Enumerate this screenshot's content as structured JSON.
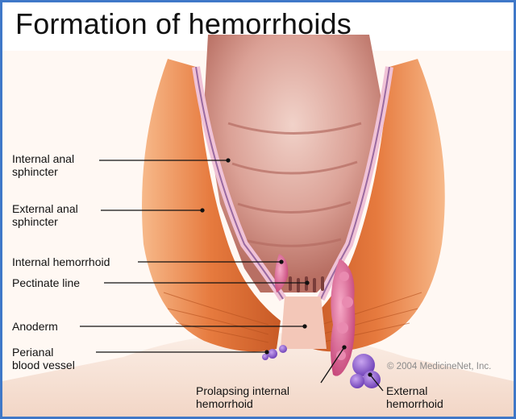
{
  "title": "Formation of hemorrhoids",
  "labels": {
    "internal_anal_sphincter": [
      "Internal anal",
      "sphincter"
    ],
    "external_anal_sphincter": [
      "External anal",
      "sphincter"
    ],
    "internal_hemorrhoid": [
      "Internal hemorrhoid"
    ],
    "pectinate_line": [
      "Pectinate line"
    ],
    "anoderm": [
      "Anoderm"
    ],
    "perianal_blood_vessel": [
      "Perianal",
      "blood vessel"
    ],
    "prolapsing_internal_hemorrhoid": [
      "Prolapsing internal",
      "hemorrhoid"
    ],
    "external_hemorrhoid": [
      "External",
      "hemorrhoid"
    ]
  },
  "copyright": "© 2004 MedicineNet, Inc.",
  "colors": {
    "frame_border": "#3f78c8",
    "muscle": "#e07a3c",
    "mucosa": "#d9a39a",
    "hemorrhoid": "#d85a8a",
    "vessel": "#8a5ad0"
  }
}
